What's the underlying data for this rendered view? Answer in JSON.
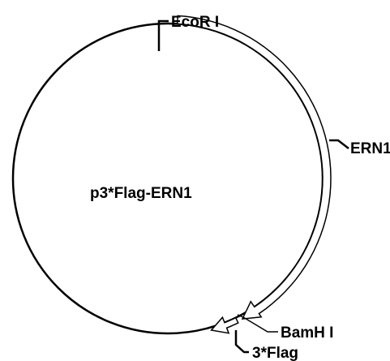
{
  "plasmid": {
    "name": "p3*Flag-ERN1"
  },
  "features": [
    {
      "id": "ern1",
      "label": "ERN1"
    },
    {
      "id": "flag",
      "label": "3*Flag"
    }
  ],
  "sites": [
    {
      "id": "ecori",
      "label": "EcoR I"
    },
    {
      "id": "bamhi",
      "label": "BamH I"
    }
  ],
  "colors": {
    "stroke": "#000000",
    "fill": "#ffffff",
    "background": "#ffffff"
  }
}
